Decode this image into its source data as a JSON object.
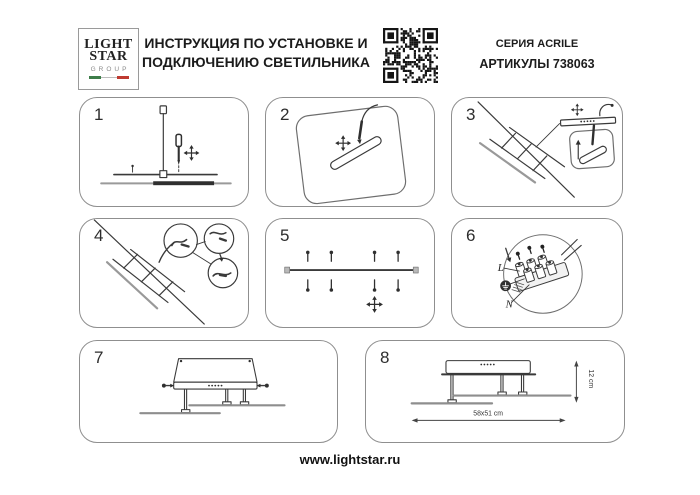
{
  "header": {
    "logo": {
      "word1": "LIGHT",
      "word2": "STAR",
      "word3": "GROUP"
    },
    "title_line1": "ИНСТРУКЦИЯ ПО УСТАНОВКЕ И",
    "title_line2": "ПОДКЛЮЧЕНИЮ СВЕТИЛЬНИКА",
    "series": "СЕРИЯ ACRILE",
    "articles": "АРТИКУЛЫ 738063"
  },
  "panels": [
    {
      "number": "1"
    },
    {
      "number": "2"
    },
    {
      "number": "3"
    },
    {
      "number": "4"
    },
    {
      "number": "5"
    },
    {
      "number": "6"
    },
    {
      "number": "7"
    },
    {
      "number": "8"
    }
  ],
  "panel6": {
    "label_live": "L",
    "label_neutral": "N"
  },
  "panel8": {
    "width_label": "58x51 cm",
    "height_label": "12 cm"
  },
  "footer": {
    "url": "www.lightstar.ru"
  },
  "icons": {
    "move": "four-way-move-arrow",
    "screwdriver": "screwdriver",
    "qr": "qr-code",
    "ground": "earth-ground-symbol"
  },
  "colors": {
    "line": "#3a3a3a",
    "panel_border": "#8f8f8f",
    "flag_green": "#3d7d49",
    "flag_red": "#bf3a31"
  }
}
